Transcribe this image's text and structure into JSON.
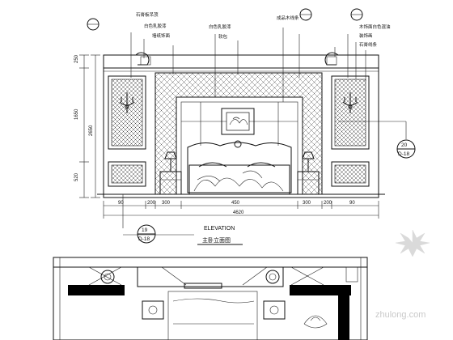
{
  "title": {
    "elevation": "ELEVATION",
    "subtitle": "主卧立面图"
  },
  "section_marks": [
    {
      "id": "right",
      "top": "20",
      "bottom": "D-18"
    },
    {
      "id": "left",
      "top": "19",
      "bottom": "D-18"
    }
  ],
  "callouts": [
    "石膏板吊顶",
    "白色乳胶漆",
    "墙纸饰面",
    "白色乳胶漆",
    "软包",
    "成品木线条",
    "木饰面白色混油",
    "装饰画",
    "石膏线条"
  ],
  "dimensions": [
    "250",
    "1650",
    "520",
    "2650",
    "200",
    "300",
    "90",
    "450",
    "4620"
  ],
  "watermark": "zhulong.com"
}
